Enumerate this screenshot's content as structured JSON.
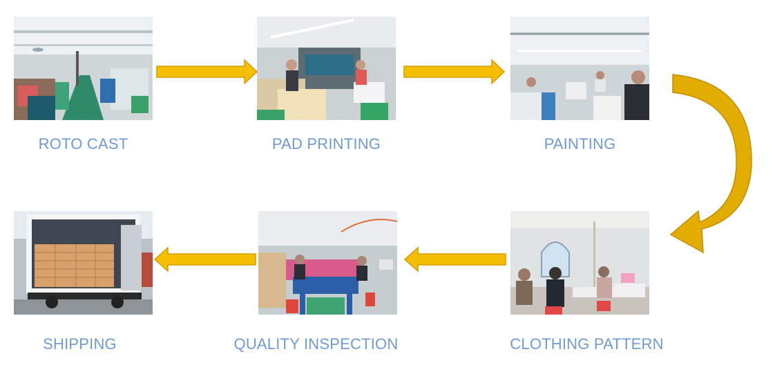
{
  "steps": [
    {
      "id": "roto-cast",
      "label": "ROTO CAST",
      "photo_icon": "factory-floor-photo"
    },
    {
      "id": "pad-printing",
      "label": "PAD PRINTING",
      "photo_icon": "printing-machine-photo"
    },
    {
      "id": "painting",
      "label": "PAINTING",
      "photo_icon": "painting-workshop-photo"
    },
    {
      "id": "clothing-pattern",
      "label": "CLOTHING PATTERN",
      "photo_icon": "sewing-room-photo"
    },
    {
      "id": "quality-inspection",
      "label": "QUALITY INSPECTION",
      "photo_icon": "inspection-line-photo"
    },
    {
      "id": "shipping",
      "label": "SHIPPING",
      "photo_icon": "loaded-truck-photo"
    }
  ],
  "colors": {
    "label_text": "#6f9bd2",
    "arrow_fill": "#f6be00",
    "arrow_stroke": "#d59a00",
    "curved_arrow_fill": "#e2ad00"
  }
}
